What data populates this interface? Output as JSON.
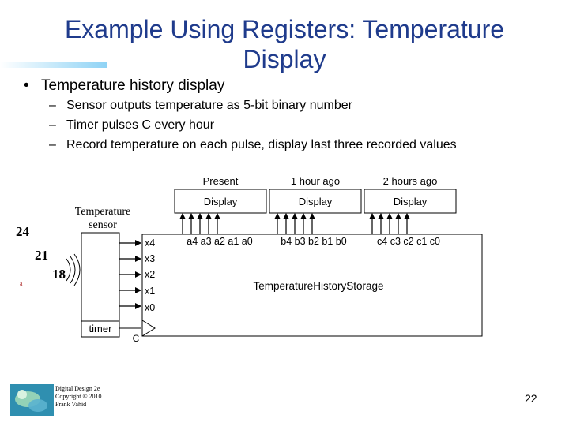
{
  "slide": {
    "title_line1": "Example Using Registers: Temperature",
    "title_line2": "Display",
    "bullet": "Temperature history display",
    "subbullets": [
      "Sensor outputs temperature as 5-bit binary number",
      "Timer pulses C every hour",
      "Record temperature on each pulse, display last three recorded values"
    ],
    "bullet_marker": "•",
    "dash_marker": "–",
    "page_number": "22",
    "footer": [
      "Digital Design 2e",
      "Copyright © 2010",
      "Frank Vahid"
    ]
  },
  "diagram": {
    "displays": [
      {
        "caption": "Present",
        "label": "Display",
        "bits": "a4 a3 a2 a1 a0"
      },
      {
        "caption": "1 hour ago",
        "label": "Display",
        "bits": "b4 b3 b2 b1 b0"
      },
      {
        "caption": "2 hours ago",
        "label": "Display",
        "bits": "c4 c3 c2 c1 c0"
      }
    ],
    "storage_label": "TemperatureHistoryStorage",
    "sensor_label_line1": "Temperature",
    "sensor_label_line2": "sensor",
    "sensor_outputs": [
      "x4",
      "x3",
      "x2",
      "x1",
      "x0"
    ],
    "timer_label": "timer",
    "clock_label": "C",
    "temperatures": [
      "24",
      "21",
      "18"
    ],
    "small_mark": "a"
  },
  "colors": {
    "title": "#1f3b8c",
    "accent": "#8fd3f5"
  }
}
